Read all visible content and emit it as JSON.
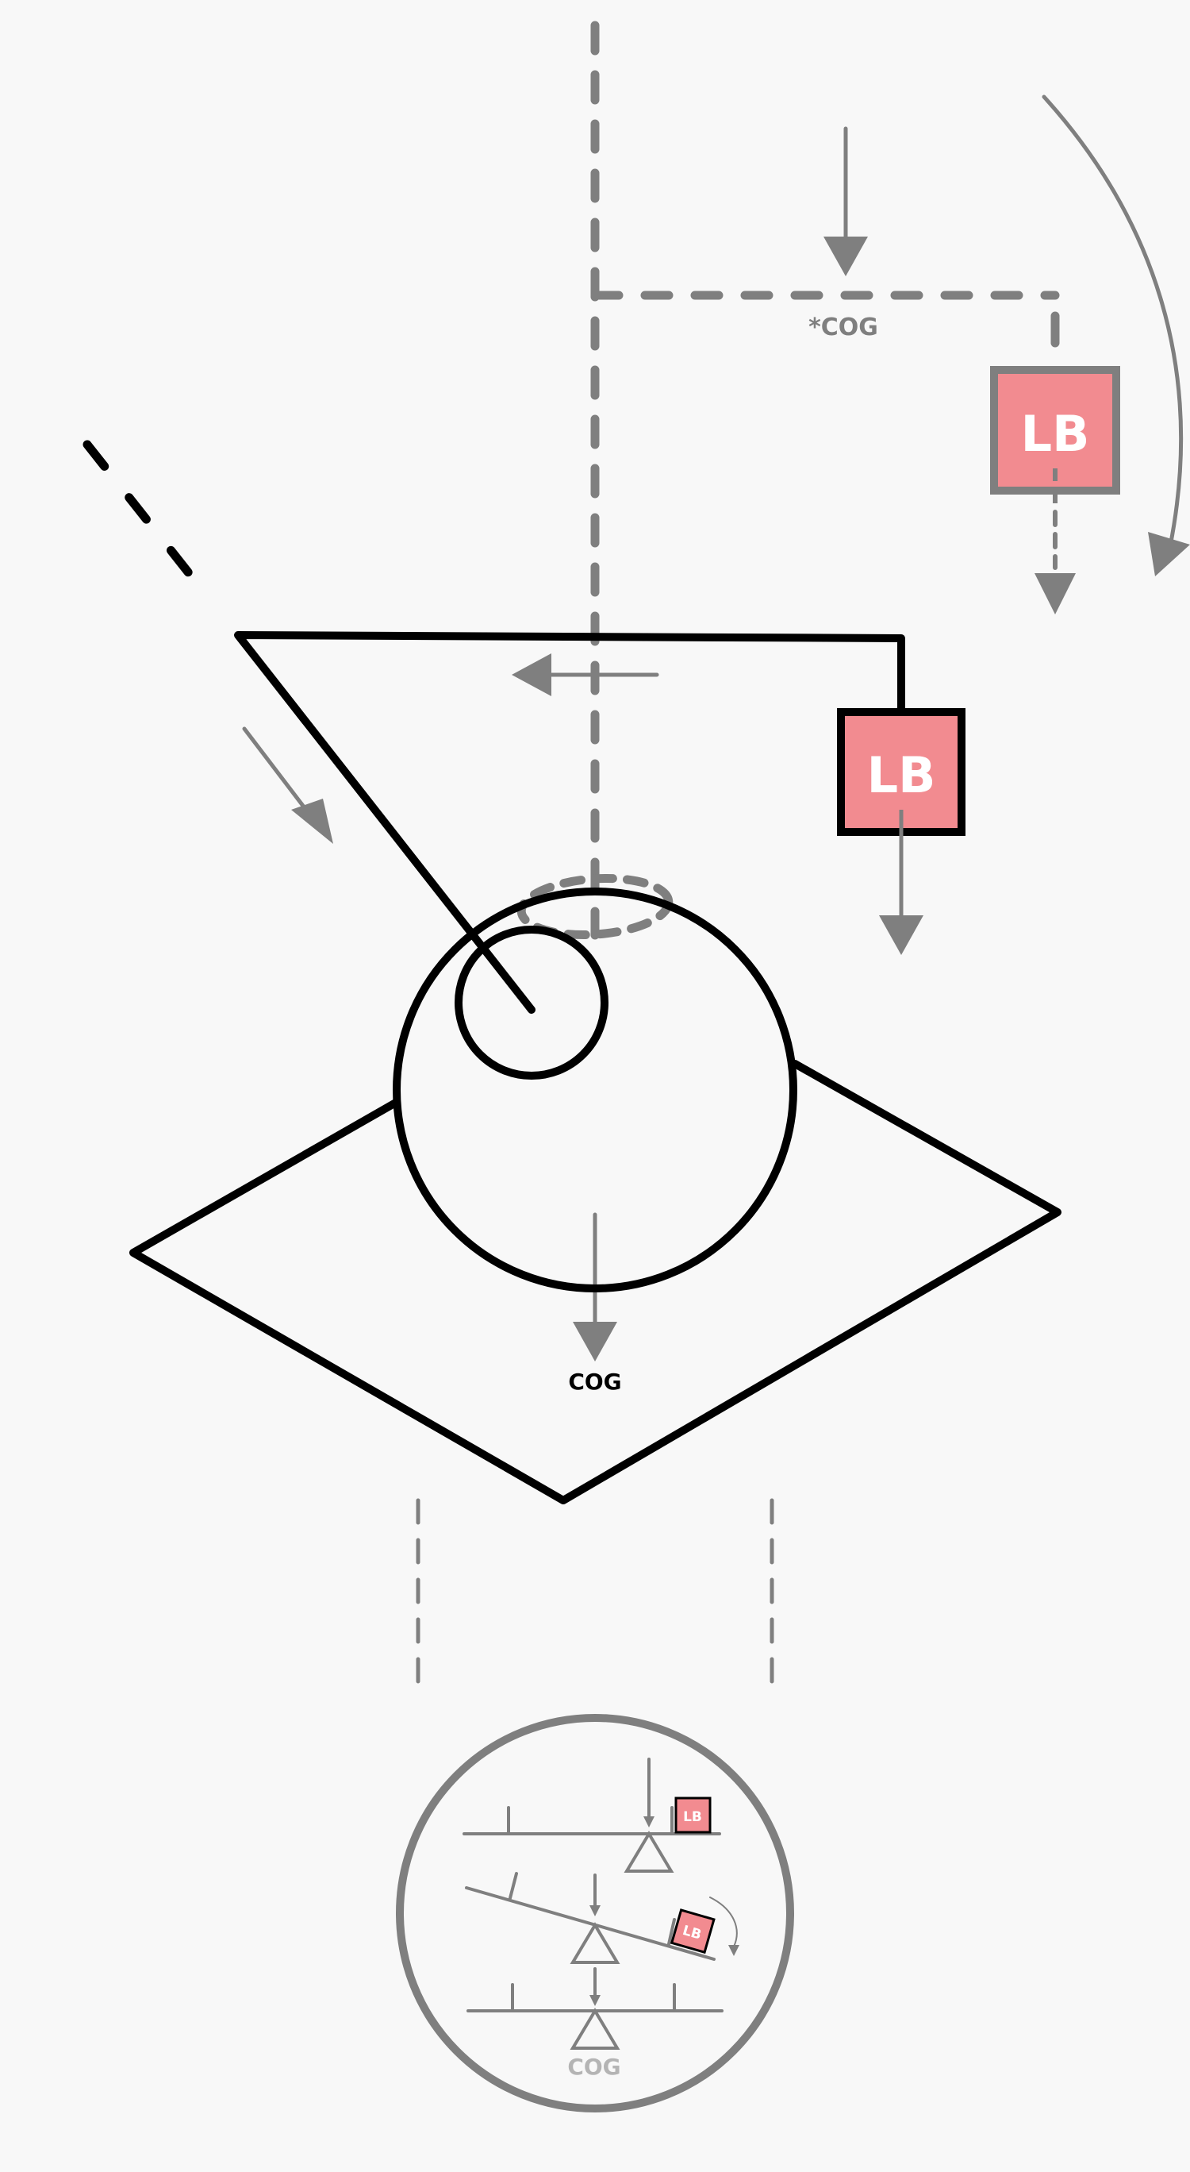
{
  "colors": {
    "background": "#f8f8f8",
    "ink": "#000000",
    "guide": "#7f7f7f",
    "weight_fill": "#f28b90",
    "weight_text": "#ffffff",
    "inset_label": "#b4b4b4"
  },
  "labels": {
    "cog_hypothetical": "*COG",
    "cog_main": "COG",
    "weight_hypothetical": "LB",
    "weight_main": "LB",
    "inset_weight_top": "LB",
    "inset_weight_tilted": "LB",
    "inset_cog": "COG"
  },
  "icons": {
    "arrowhead": "triangle-arrowhead-icon",
    "fulcrum": "triangle-fulcrum-icon"
  }
}
